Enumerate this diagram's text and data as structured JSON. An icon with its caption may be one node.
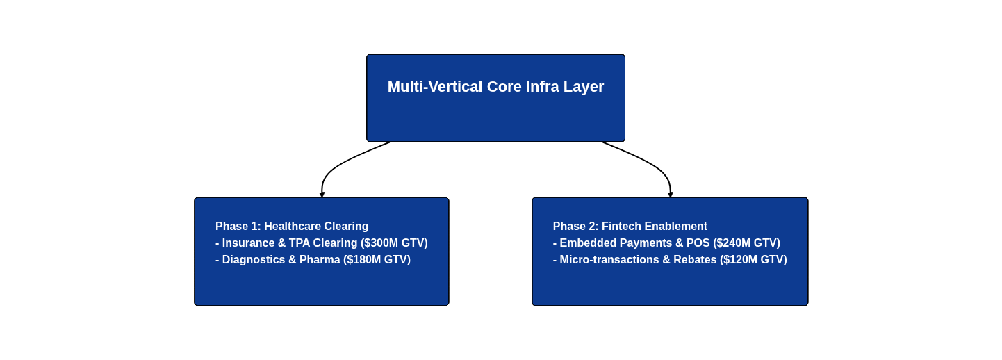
{
  "diagram": {
    "nodes": [
      {
        "text": [
          "Multi-Vertical Core Infra Layer"
        ]
      },
      {
        "text": [
          "Phase 1: Healthcare Clearing",
          "- Insurance & TPA Clearing ($300M GTV)",
          "- Diagnostics & Pharma ($180M GTV)"
        ]
      },
      {
        "text": [
          "Phase 2: Fintech Enablement",
          "- Embedded Payments & POS ($240M GTV)",
          "- Micro-transactions & Rebates ($120M GTV)"
        ]
      }
    ],
    "edges": [
      {
        "from": 0,
        "to": 1,
        "arrow": "to"
      },
      {
        "from": 0,
        "to": 2,
        "arrow": "to"
      }
    ]
  }
}
